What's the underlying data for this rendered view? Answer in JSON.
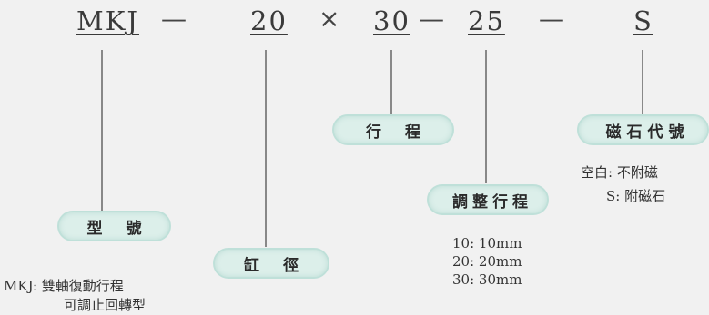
{
  "codes": {
    "model": "MKJ",
    "bore": "20",
    "stroke": "30",
    "adjust": "25",
    "magnet": "S"
  },
  "symbols": {
    "dash": "—",
    "times": "×"
  },
  "labels": {
    "model": "型 號",
    "bore": "缸 徑",
    "stroke": "行 程",
    "adjust": "調整行程",
    "magnet": "磁石代號"
  },
  "notes": {
    "model": [
      "MKJ: 雙軸復動行程",
      "可調止回轉型"
    ],
    "adjust": [
      "10: 10mm",
      "20: 20mm",
      "30: 30mm"
    ],
    "magnet": [
      "空白: 不附磁",
      "S: 附磁石"
    ]
  },
  "colors": {
    "pill_fill": "#dcefea",
    "pill_border": "#bfe0d9",
    "text": "#333333"
  }
}
